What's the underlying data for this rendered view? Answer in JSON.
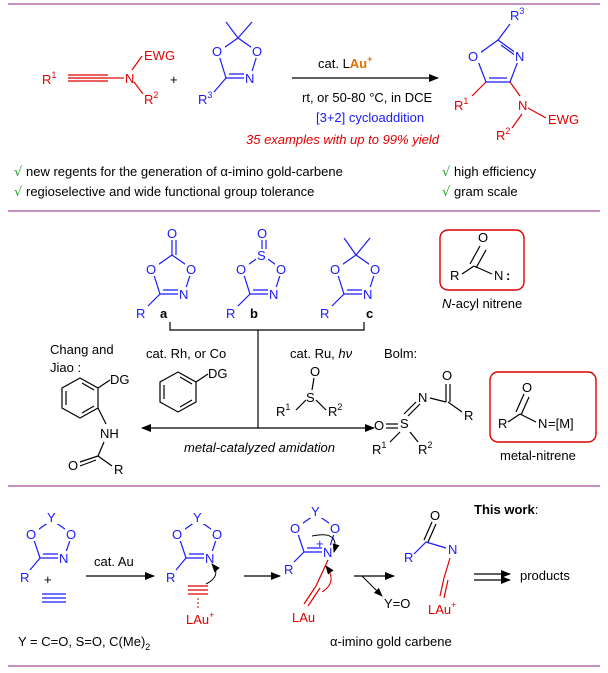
{
  "panel1": {
    "alkyne_r1": "R",
    "alkyne_r1_sup": "1",
    "alkyne_n": "N",
    "alkyne_ewg": "EWG",
    "alkyne_r2": "R",
    "alkyne_r2_sup": "2",
    "plus": "+",
    "ox_o1": "O",
    "ox_o2": "O",
    "ox_n": "N",
    "ox_r3": "R",
    "ox_r3_sup": "3",
    "condition_catalyst_prefix": "cat. L",
    "condition_catalyst_au": "Au",
    "condition_catalyst_plus": "+",
    "condition_line2": "rt, or 50-80 °C, in DCE",
    "condition_line3": "[3+2] cycloaddition",
    "condition_line4": "35 examples with up to 99% yield",
    "prod_r3": "R",
    "prod_r3_sup": "3",
    "prod_o": "O",
    "prod_n_ring": "N",
    "prod_r1": "R",
    "prod_r1_sup": "1",
    "prod_n": "N",
    "prod_ewg": "EWG",
    "prod_r2": "R",
    "prod_r2_sup": "2",
    "bullets_left": [
      "new regents for the generation of α-imino gold-carbene",
      "regioselective and wide functional group tolerance"
    ],
    "bullets_right": [
      "high efficiency",
      "gram scale"
    ],
    "check_glyph": "√"
  },
  "panel2": {
    "label_a": "a",
    "label_b": "b",
    "label_c": "c",
    "acyl_nitrene_label_italic": "N",
    "acyl_nitrene_label_rest": "-acyl nitrene",
    "nitrene_r": "R",
    "nitrene_n": "N",
    "nitrene_dots": ":",
    "chang_line1": "Chang and",
    "chang_line2": "Jiao :",
    "cat_rh": "cat. Rh, or Co",
    "cat_ru_prefix": "cat. Ru, ",
    "cat_ru_hv": "hν",
    "bolm": "Bolm:",
    "dg": "DG",
    "amide_dg": "DG",
    "amide_nh": "NH",
    "amide_o": "O",
    "amide_r": "R",
    "sulfoxide_s": "S",
    "sulfoxide_o": "O",
    "sulfoxide_r1": "R",
    "sulfoxide_r1_sup": "1",
    "sulfoxide_r2": "R",
    "sulfoxide_r2_sup": "2",
    "sulfox_prod_o_top": "O",
    "sulfox_prod_n": "N",
    "sulfox_prod_o": "O",
    "sulfox_prod_s": "S",
    "sulfox_prod_r": "R",
    "sulfox_prod_r1": "R",
    "sulfox_prod_r1_sup": "1",
    "sulfox_prod_r2": "R",
    "sulfox_prod_r2_sup": "2",
    "middle_label": "metal-catalyzed amidation",
    "metal_nitrene_label": "metal-nitrene",
    "metal_r": "R",
    "metal_o": "O",
    "metal_n": "N",
    "metal_m": "=[M]",
    "ring_o": "O",
    "ring_n": "N",
    "ring_s": "S",
    "ring_r": "R"
  },
  "panel3": {
    "this_work": "This work",
    "this_work_colon": ":",
    "y": "Y",
    "o": "O",
    "n": "N",
    "r": "R",
    "plus": "+",
    "cat_au": "cat. Au",
    "lau": "LAu",
    "lau_plus": "+",
    "y_eq_o": "Y=O",
    "products": "products",
    "y_def": "Y = C=O, S=O, C(Me)",
    "y_def_sub": "2",
    "carbene_label": "α-imino gold carbene",
    "n_plus": "+"
  }
}
